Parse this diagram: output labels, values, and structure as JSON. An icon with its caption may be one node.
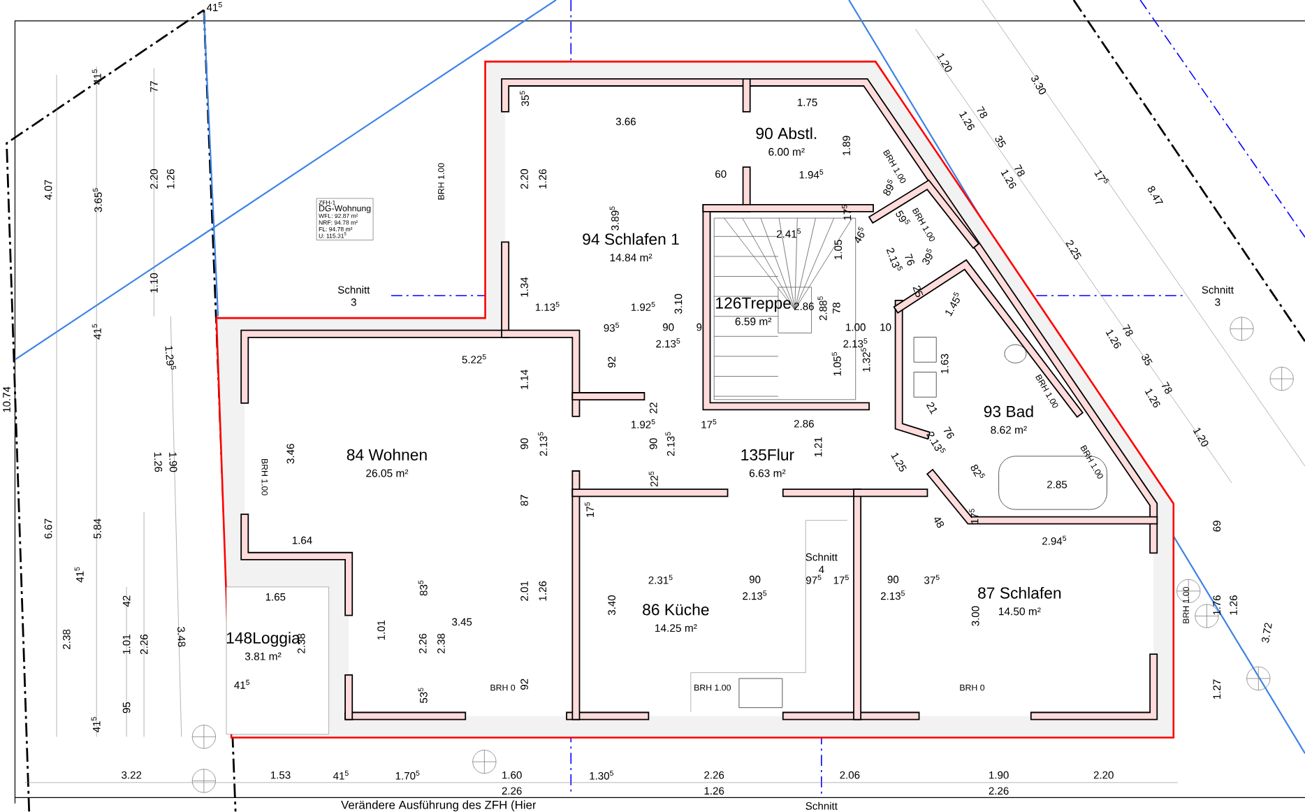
{
  "diagram": {
    "nodes": [
      {
        "text": [
          "94 Schlafen 1",
          "14.84 m²"
        ]
      },
      {
        "text": [
          "90 Abstl.",
          "6.00 m²"
        ]
      },
      {
        "text": [
          "126Treppe",
          "6.59 m²"
        ]
      },
      {
        "text": [
          "84 Wohnen",
          "26.05 m²"
        ]
      },
      {
        "text": [
          "135Flur",
          "6.63 m²"
        ]
      },
      {
        "text": [
          "93 Bad",
          "8.62 m²"
        ]
      },
      {
        "text": [
          "86 Küche",
          "14.25 m²"
        ]
      },
      {
        "text": [
          "87 Schlafen",
          "14.50 m²"
        ]
      },
      {
        "text": [
          "148Loggia",
          "3.81 m²"
        ]
      },
      {
        "text": [
          "ZFH-1",
          "DG-Wohnung",
          "WFL: 92.87 m²",
          "NRF: 94.78 m²",
          "FL: 94.78 m²",
          "U: 115.31$^{5}$"
        ]
      }
    ],
    "labels": [
      "41$^{5}$",
      "41$^{5}$",
      "77",
      "4.07",
      "3.65$^{5}$",
      "2.20",
      "1.26",
      "1.10",
      "41$^{5}$",
      "1.29$^{5}$",
      "10.74",
      "1.26",
      "1.90",
      "6.67",
      "5.84",
      "41$^{5}$",
      "2.38",
      "42",
      "1.01",
      "2.26",
      "3.48",
      "95",
      "41$^{5}$",
      "3.22",
      "1.53",
      "41$^{5}$",
      "1.70$^{5}$",
      "1.60",
      "1.30$^{5}$",
      "2.26",
      "2.06",
      "1.90",
      "2.20",
      "2.26",
      "1.26",
      "2.26",
      "Schnitt",
      "3",
      "Schnitt",
      "3",
      "Schnitt",
      "4",
      "BRH 1.00",
      "35$^{5}$",
      "2.20",
      "1.26",
      "3.66",
      "3.89$^{5}$",
      "1.75",
      "1.89",
      "60",
      "1.94$^{5}$",
      "BRH 1.00",
      "89$^{5}$",
      "2.41$^{5}$",
      "17$^{5}$",
      "1.05",
      "46$^{5}$",
      "59$^{5}$",
      "BRH 1.00",
      "2.13$^{5}$",
      "76",
      "39$^{5}$",
      "25",
      "1.34",
      "1.13$^{5}$",
      "1.92$^{5}$",
      "3.10",
      "2.86",
      "2.88$^{5}$",
      "78",
      "1.45$^{5}$",
      "93$^{5}$",
      "90",
      "9",
      "1.00",
      "10",
      "2.13$^{5}$",
      "2.13$^{5}$",
      "5.22$^{5}$",
      "1.14",
      "92",
      "1.05$^{5}$",
      "1.32$^{5}$",
      "1.63",
      "BRH 1.00",
      "22",
      "21",
      "1.92$^{5}$",
      "17$^{5}$",
      "2.86",
      "76",
      "2.13$^{5}$",
      "90",
      "2.13$^{5}$",
      "90",
      "2.13$^{5}$",
      "1.21",
      "1.25",
      "BRH 1.00",
      "82$^{5}$",
      "2.85",
      "22$^{5}$",
      "17$^{5}$",
      "48",
      "17$^{5}$",
      "87",
      "1.64",
      "2.94$^{5}$",
      "69",
      "83$^{5}$",
      "1.65",
      "2.31$^{5}$",
      "90",
      "97$^{5}$",
      "17$^{5}$",
      "90",
      "37$^{5}$",
      "2.13$^{5}$",
      "2.13$^{5}$",
      "2.01",
      "1.26",
      "3.40",
      "3.00",
      "BRH 1.00",
      "1.76",
      "1.26",
      "3.72",
      "3.45",
      "2.38",
      "1.01",
      "2.26",
      "2.38",
      "41$^{5}$",
      "53$^{5}$",
      "BRH 0",
      "92",
      "BRH 1.00",
      "BRH 0",
      "1.27",
      "BRH 1.00",
      "3.46",
      "1.20",
      "3.30",
      "1.26",
      "78",
      "35",
      "1.26",
      "78",
      "17$^{5}$",
      "8.47",
      "2.25",
      "1.26",
      "78",
      "35",
      "1.26",
      "78",
      "1.20",
      "Verändere Ausführung des ZFH (Hier",
      "Schnitt"
    ]
  }
}
